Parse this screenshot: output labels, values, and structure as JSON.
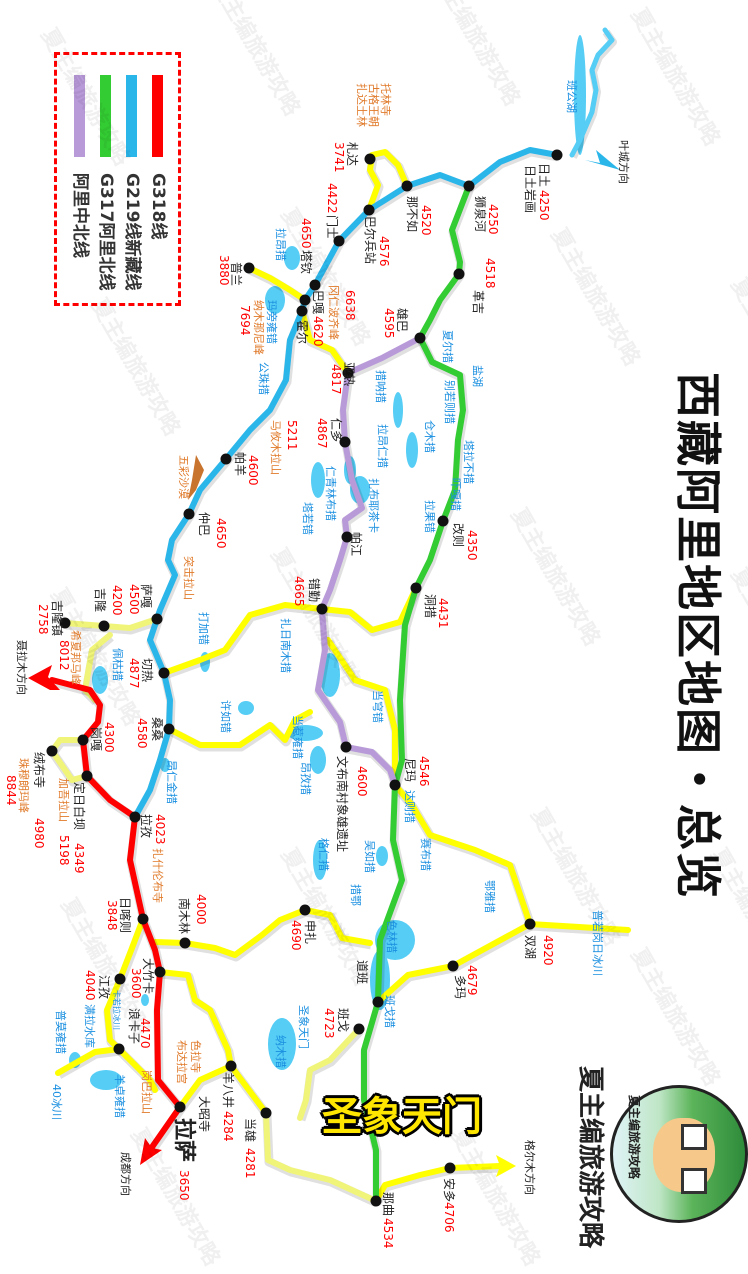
{
  "title": "西藏阿里地区地图・总览",
  "highlight_label": "圣象天门",
  "brand": "夏主编旅游攻略",
  "logo_text": "夏主编旅游攻略",
  "watermark": "夏主编旅游攻略",
  "legend": [
    {
      "label": "G318线",
      "color": "#ff0000"
    },
    {
      "label": "G219线新藏线",
      "color": "#2bb6ea"
    },
    {
      "label": "G317阿里北线",
      "color": "#33cc33"
    },
    {
      "label": "阿里中北线",
      "color": "#b89ad9"
    }
  ],
  "road_colors": {
    "county": "#ffff00",
    "minor": "#f0f57a"
  },
  "directions": [
    "叶城方向",
    "聂拉木方向",
    "成都方向",
    "格尔木方向"
  ],
  "towns": [
    {
      "name": "日土",
      "elevation": "4250"
    },
    {
      "name": "日土岩画",
      "elevation": ""
    },
    {
      "name": "狮泉河",
      "elevation": "4250"
    },
    {
      "name": "那不如",
      "elevation": "4520"
    },
    {
      "name": "巴尔兵站",
      "elevation": "4576"
    },
    {
      "name": "门士",
      "elevation": "4422"
    },
    {
      "name": "札达",
      "elevation": "3741"
    },
    {
      "name": "塔钦",
      "elevation": "4650"
    },
    {
      "name": "巴嘎",
      "elevation": "4620"
    },
    {
      "name": "霍尔",
      "elevation": ""
    },
    {
      "name": "普兰",
      "elevation": "3880"
    },
    {
      "name": "亚热",
      "elevation": "4817"
    },
    {
      "name": "雄巴",
      "elevation": "4595"
    },
    {
      "name": "革吉",
      "elevation": "4518"
    },
    {
      "name": "仁多",
      "elevation": "4867"
    },
    {
      "name": "帕江",
      "elevation": ""
    },
    {
      "name": "错勤",
      "elevation": "4665"
    },
    {
      "name": "改则",
      "elevation": "4350"
    },
    {
      "name": "洞措",
      "elevation": "4431"
    },
    {
      "name": "帕羊",
      "elevation": "4600"
    },
    {
      "name": "仲巴",
      "elevation": "4650"
    },
    {
      "name": "萨嘎",
      "elevation": "4500"
    },
    {
      "name": "吉隆",
      "elevation": "4200"
    },
    {
      "name": "吉隆镇",
      "elevation": "2758"
    },
    {
      "name": "切热",
      "elevation": "4877"
    },
    {
      "name": "桑桑",
      "elevation": "4580"
    },
    {
      "name": "岗嘎",
      "elevation": "4300"
    },
    {
      "name": "定日白坝",
      "elevation": "4349"
    },
    {
      "name": "绒布寺",
      "elevation": "4980"
    },
    {
      "name": "拉孜",
      "elevation": "4023"
    },
    {
      "name": "文布南村象雄遗址",
      "elevation": "4600"
    },
    {
      "name": "尼玛",
      "elevation": "4546"
    },
    {
      "name": "日喀则",
      "elevation": "3848"
    },
    {
      "name": "南木林",
      "elevation": "4000"
    },
    {
      "name": "申扎",
      "elevation": "4690"
    },
    {
      "name": "道班",
      "elevation": ""
    },
    {
      "name": "多玛",
      "elevation": "4679"
    },
    {
      "name": "双湖",
      "elevation": "4920"
    },
    {
      "name": "班戈",
      "elevation": "4723"
    },
    {
      "name": "大竹卡",
      "elevation": "3600"
    },
    {
      "name": "江孜",
      "elevation": "4040"
    },
    {
      "name": "浪卡子",
      "elevation": "4470"
    },
    {
      "name": "羊八井",
      "elevation": "4284"
    },
    {
      "name": "拉萨",
      "elevation": "3650"
    },
    {
      "name": "当雄",
      "elevation": "4281"
    },
    {
      "name": "那曲",
      "elevation": "4534"
    },
    {
      "name": "安多",
      "elevation": "4706"
    },
    {
      "name": "大昭寺",
      "elevation": ""
    }
  ],
  "lakes": [
    "班公湖",
    "拉昂措",
    "玛旁雍错",
    "公珠措",
    "夏尔措",
    "盐湖",
    "别若则措",
    "措呐措",
    "拉昂仁措",
    "仓木措",
    "塔拉不措",
    "吓嘎措",
    "仁青林布措",
    "扎布耶茶卡",
    "塔若错",
    "拉果错",
    "扎日南木措",
    "佩枯措",
    "打加错",
    "许如错",
    "当穹错",
    "当惹雍措",
    "昂仁金措",
    "昂孜措",
    "达则措",
    "格仁措",
    "吴如措",
    "赛布措",
    "措鄂",
    "鄂雅措",
    "色林措",
    "班戈措",
    "圣象天门",
    "纳木措",
    "满拉水库",
    "普莫雍措",
    "羊卓雍措",
    "40冰川",
    "普若岗日冰川",
    "卡若拉冰川"
  ],
  "landmarks": [
    {
      "name": "托林寺",
      "elevation": ""
    },
    {
      "name": "古格王朝",
      "elevation": ""
    },
    {
      "name": "扎达土林",
      "elevation": ""
    },
    {
      "name": "冈仁波齐峰",
      "elevation": "6638"
    },
    {
      "name": "纳木那尼峰",
      "elevation": "7694"
    },
    {
      "name": "马攸木拉山",
      "elevation": "5211"
    },
    {
      "name": "五彩沙漠",
      "elevation": ""
    },
    {
      "name": "突击拉山",
      "elevation": ""
    },
    {
      "name": "希夏邦马峰",
      "elevation": "8012"
    },
    {
      "name": "珠穆朗玛峰",
      "elevation": "8844"
    },
    {
      "name": "加吾拉山",
      "elevation": "5198"
    },
    {
      "name": "扎什伦布寺",
      "elevation": ""
    },
    {
      "name": "色拉寺",
      "elevation": ""
    },
    {
      "name": "布达拉宫",
      "elevation": ""
    },
    {
      "name": "岗巴拉山",
      "elevation": ""
    }
  ]
}
